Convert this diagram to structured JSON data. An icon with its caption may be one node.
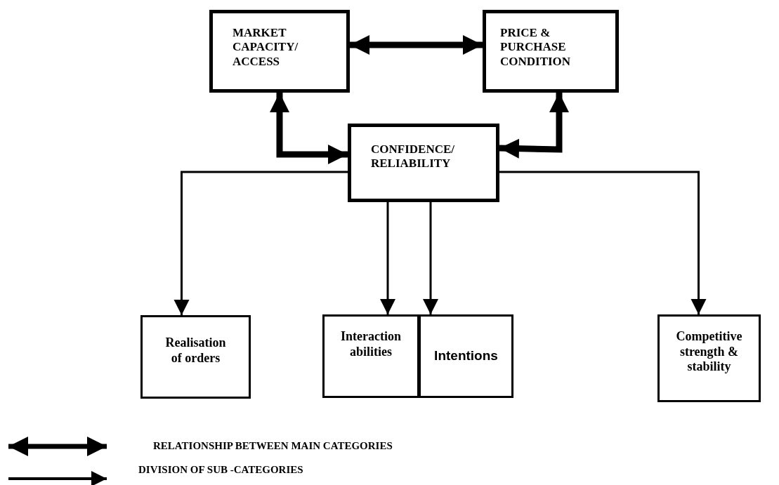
{
  "diagram": {
    "nodes": [
      {
        "text": [
          "MARKET CAPACITY/ ACCESS"
        ]
      },
      {
        "text": [
          "PRICE & PURCHASE CONDITION"
        ]
      },
      {
        "text": [
          "CONFIDENCE/ RELIABILITY"
        ]
      },
      {
        "text": [
          "Realisation of orders"
        ]
      },
      {
        "text": [
          "Interaction abilities"
        ]
      },
      {
        "text": [
          "Intentions"
        ]
      },
      {
        "text": [
          "Competitive strength & stability"
        ]
      }
    ],
    "edges": [
      {
        "from": 0,
        "to": 1,
        "arrow": "both",
        "style": "thick"
      },
      {
        "from": 0,
        "to": 2,
        "arrow": "both",
        "style": "thick"
      },
      {
        "from": 1,
        "to": 2,
        "arrow": "both",
        "style": "thick"
      },
      {
        "from": 2,
        "to": 3,
        "arrow": "to"
      },
      {
        "from": 2,
        "to": 4,
        "arrow": "to"
      },
      {
        "from": 2,
        "to": 5,
        "arrow": "to"
      },
      {
        "from": 2,
        "to": 6,
        "arrow": "to"
      }
    ],
    "legend": [
      {
        "text": "RELATIONSHIP BETWEEN MAIN CATEGORIES"
      },
      {
        "text": "DIVISION OF SUB -CATEGORIES"
      }
    ]
  }
}
